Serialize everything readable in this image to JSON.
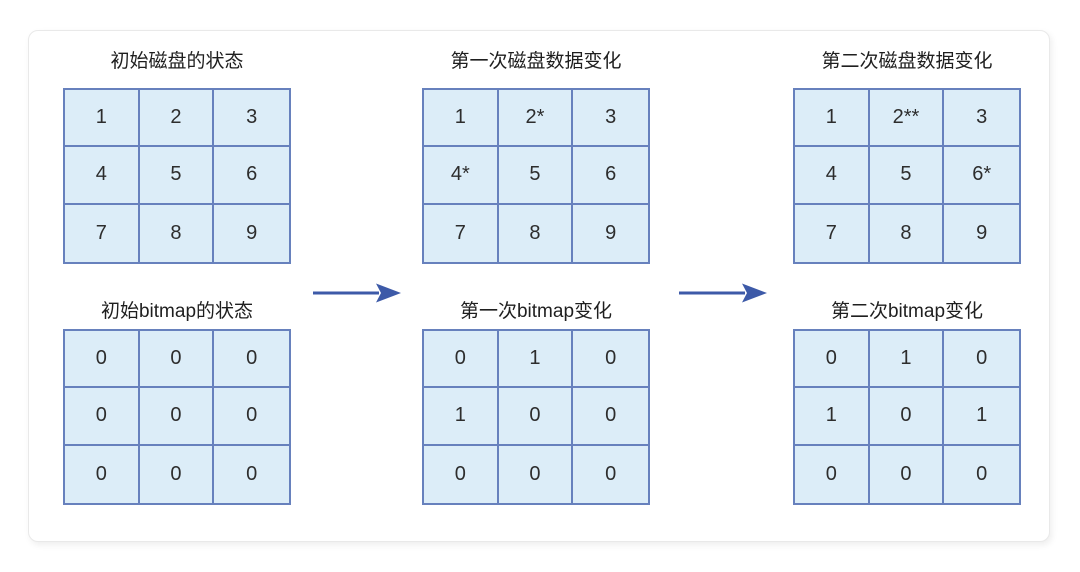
{
  "colors": {
    "cell_fill": "#dcedf8",
    "grid_line": "#6781bd",
    "arrow": "#3d5aa8",
    "text": "#2d2d2d",
    "title_text": "#1f1f1f",
    "card_border": "#e9e9e9",
    "page_bg": "#ffffff"
  },
  "panels": [
    {
      "id": "disk-initial",
      "title": "初始磁盘的状态",
      "cells": [
        "1",
        "2",
        "3",
        "4",
        "5",
        "6",
        "7",
        "8",
        "9"
      ]
    },
    {
      "id": "disk-change-1",
      "title": "第一次磁盘数据变化",
      "cells": [
        "1",
        "2*",
        "3",
        "4*",
        "5",
        "6",
        "7",
        "8",
        "9"
      ]
    },
    {
      "id": "disk-change-2",
      "title": "第二次磁盘数据变化",
      "cells": [
        "1",
        "2**",
        "3",
        "4",
        "5",
        "6*",
        "7",
        "8",
        "9"
      ]
    },
    {
      "id": "bitmap-initial",
      "title": "初始bitmap的状态",
      "cells": [
        "0",
        "0",
        "0",
        "0",
        "0",
        "0",
        "0",
        "0",
        "0"
      ]
    },
    {
      "id": "bitmap-change-1",
      "title": "第一次bitmap变化",
      "cells": [
        "0",
        "1",
        "0",
        "1",
        "0",
        "0",
        "0",
        "0",
        "0"
      ]
    },
    {
      "id": "bitmap-change-2",
      "title": "第二次bitmap变化",
      "cells": [
        "0",
        "1",
        "0",
        "1",
        "0",
        "1",
        "0",
        "0",
        "0"
      ]
    }
  ],
  "arrows": [
    {
      "id": "arrow-1",
      "direction": "right"
    },
    {
      "id": "arrow-2",
      "direction": "right"
    }
  ]
}
